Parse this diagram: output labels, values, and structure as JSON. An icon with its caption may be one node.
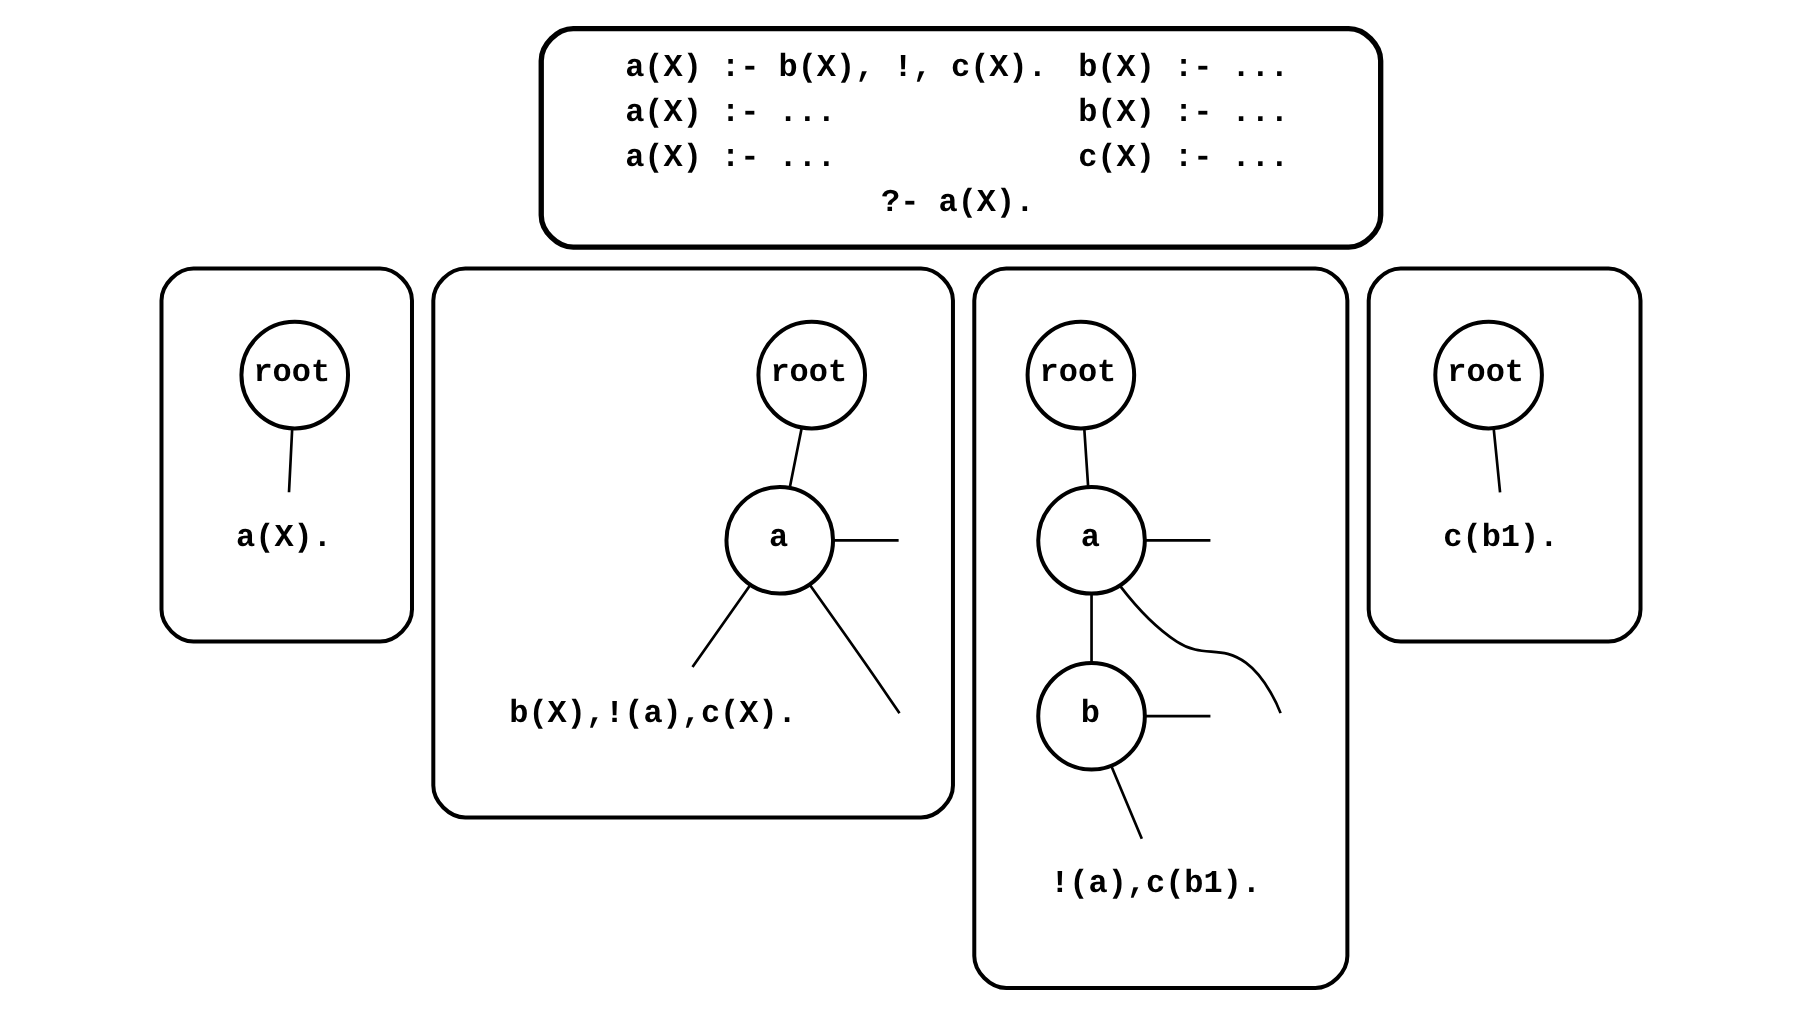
{
  "diagram": {
    "nodes": [
      {
        "text": [
          "a(X) :- b(X), !, c(X).",
          "b(X) :- ...",
          "a(X) :- ...",
          "b(X) :- ...",
          "a(X) :- ...",
          "c(X) :- ...",
          "?- a(X)."
        ]
      },
      {
        "text": [],
        "shape": "box"
      },
      {
        "text": [
          "root"
        ],
        "in": 1
      },
      {
        "text": [
          "a(X)."
        ],
        "in": 1
      },
      {
        "text": [],
        "shape": "box"
      },
      {
        "text": [
          "root"
        ],
        "in": 4
      },
      {
        "text": [
          "a"
        ],
        "in": 4
      },
      {
        "text": [
          "b(X),!(a),c(X)."
        ],
        "in": 4
      },
      {
        "text": [],
        "shape": "box"
      },
      {
        "text": [
          "root"
        ],
        "in": 8
      },
      {
        "text": [
          "a"
        ],
        "in": 8
      },
      {
        "text": [
          "b"
        ],
        "in": 8
      },
      {
        "text": [
          "!(a),c(b1)."
        ],
        "in": 8
      },
      {
        "text": [],
        "shape": "box"
      },
      {
        "text": [
          "root"
        ],
        "in": 13
      },
      {
        "text": [
          "c(b1)."
        ],
        "in": 13
      }
    ],
    "edges": [
      {
        "from": 2,
        "to": 3,
        "arrow": "none"
      },
      {
        "from": 5,
        "to": 6,
        "arrow": "none"
      },
      {
        "from": 6,
        "to": null,
        "arrow": "none"
      },
      {
        "from": 6,
        "to": null,
        "arrow": "none"
      },
      {
        "from": 6,
        "to": 7,
        "arrow": "none"
      },
      {
        "from": 9,
        "to": 10,
        "arrow": "none"
      },
      {
        "from": 10,
        "to": null,
        "arrow": "none"
      },
      {
        "from": 10,
        "to": null,
        "arrow": "none"
      },
      {
        "from": 10,
        "to": 11,
        "arrow": "none"
      },
      {
        "from": 11,
        "to": null,
        "arrow": "none"
      },
      {
        "from": 11,
        "to": 12,
        "arrow": "none"
      },
      {
        "from": 14,
        "to": 15,
        "arrow": "none"
      }
    ]
  }
}
